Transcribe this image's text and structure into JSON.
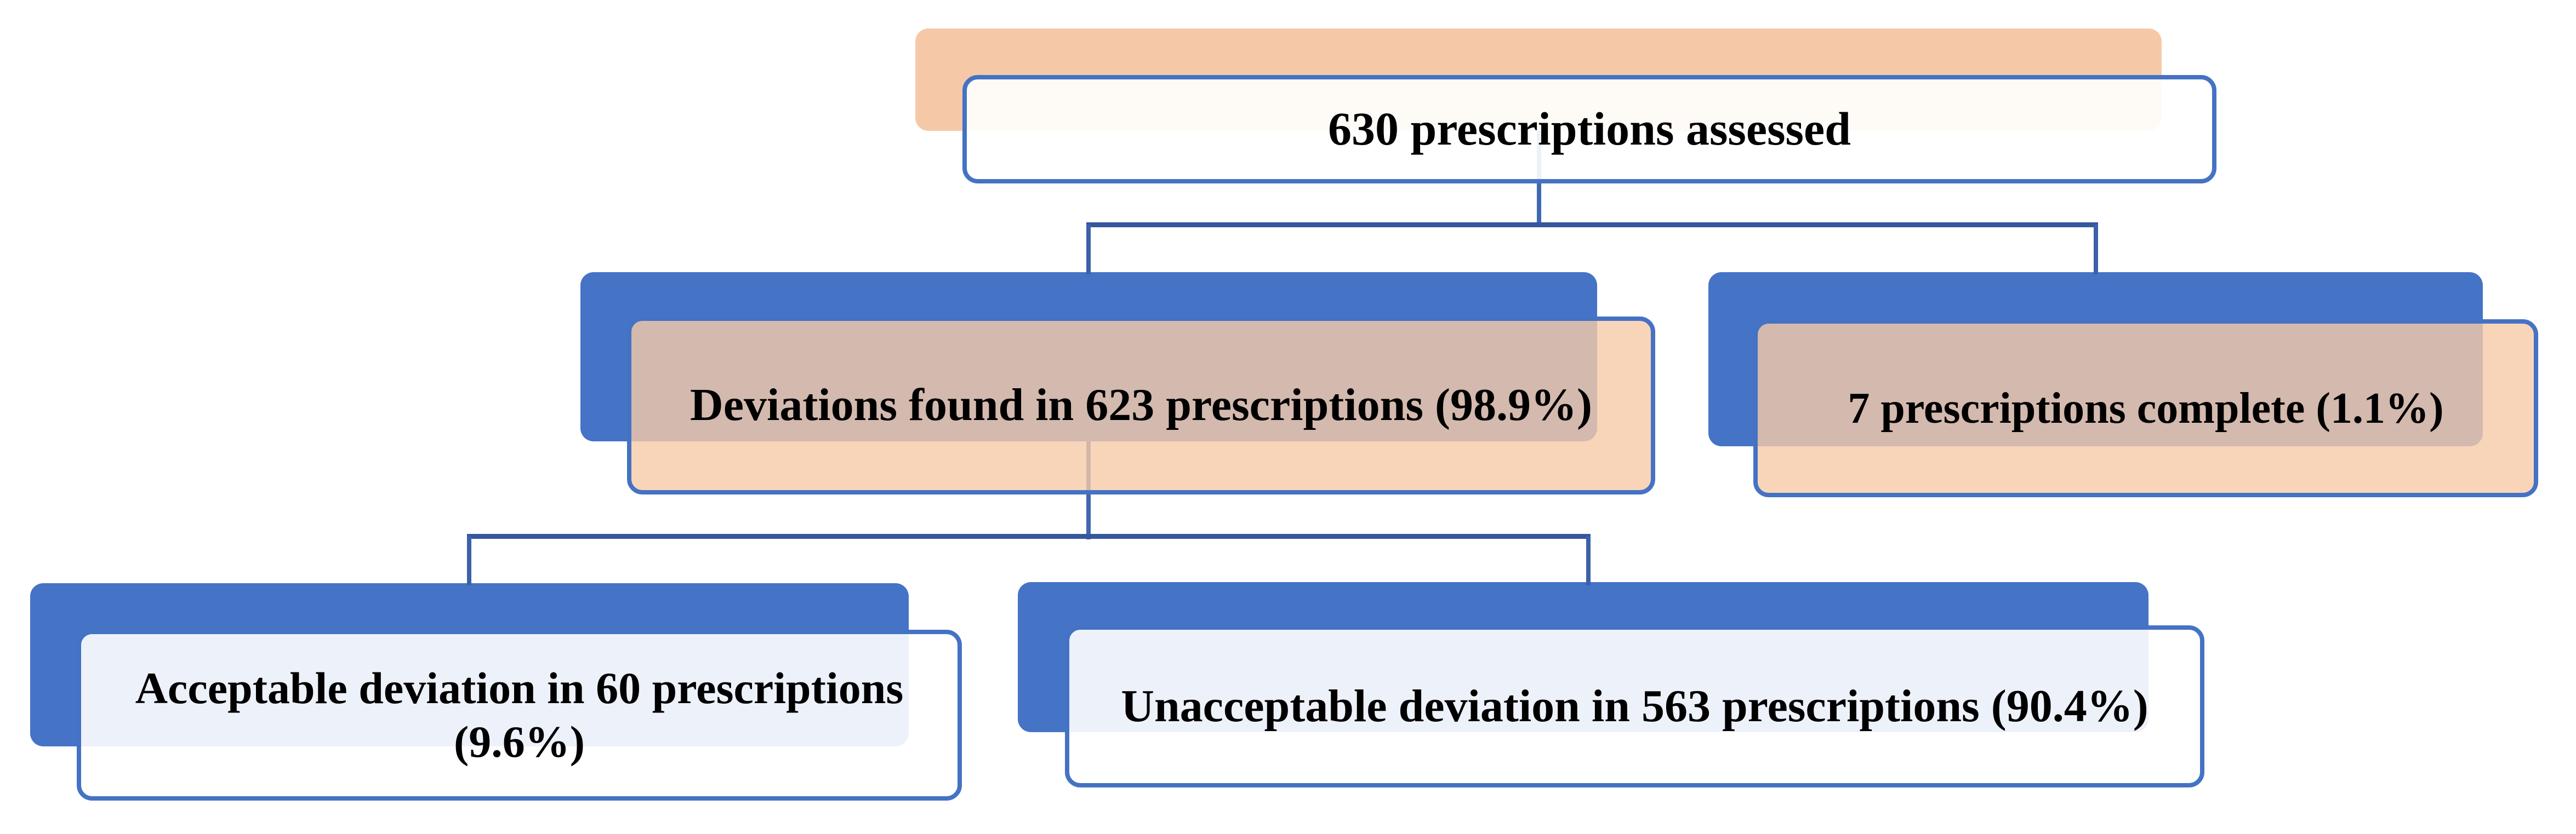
{
  "figure": {
    "type": "flowchart",
    "background": "#FFFFFF",
    "colors": {
      "accent_blue": "#4472C4",
      "accent_peach": "#F5C9A7",
      "connector_blue": "#35579D",
      "text": "#000000"
    },
    "nodes": {
      "root": {
        "label": "630 prescriptions assessed",
        "count": 630
      },
      "deviations": {
        "label": "Deviations found in 623 prescriptions (98.9%)",
        "count": 623,
        "percent": "98.9%"
      },
      "complete": {
        "label": "7 prescriptions complete (1.1%)",
        "count": 7,
        "percent": "1.1%"
      },
      "acceptable": {
        "label": "Acceptable deviation in 60 prescriptions (9.6%)",
        "count": 60,
        "percent": "9.6%"
      },
      "unacceptable": {
        "label": "Unacceptable deviation in 563 prescriptions (90.4%)",
        "count": 563,
        "percent": "90.4%"
      }
    },
    "edges": [
      {
        "from": "root",
        "to": "deviations"
      },
      {
        "from": "root",
        "to": "complete"
      },
      {
        "from": "deviations",
        "to": "acceptable"
      },
      {
        "from": "deviations",
        "to": "unacceptable"
      }
    ]
  }
}
